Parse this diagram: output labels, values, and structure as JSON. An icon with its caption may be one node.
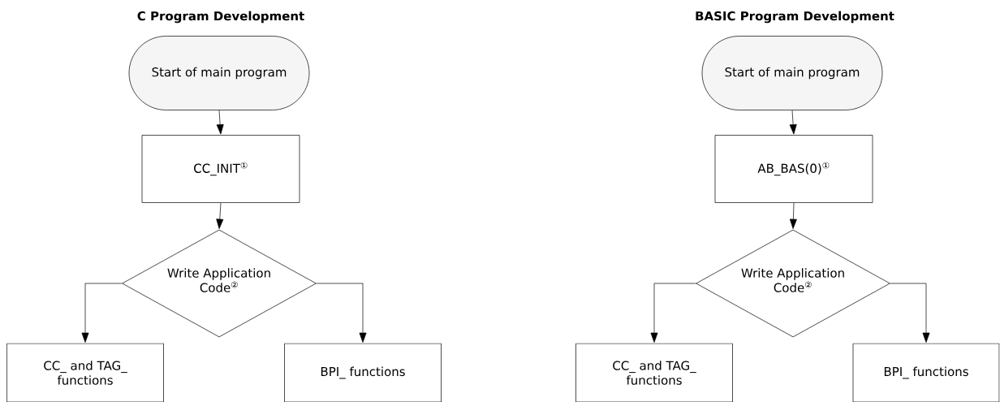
{
  "diagram": {
    "nodes": [
      {
        "text": [
          "Start of main program"
        ]
      },
      {
        "text": [
          "CC_INIT$^{①}$"
        ]
      },
      {
        "text": [
          "Write Application Code$^{②}$"
        ]
      },
      {
        "text": [
          "CC_ and TAG_ functions"
        ]
      },
      {
        "text": [
          "BPI_ functions"
        ]
      },
      {
        "text": [
          "Start of main program"
        ]
      },
      {
        "text": [
          "AB_BAS(0)$^{①}$"
        ]
      },
      {
        "text": [
          "Write Application Code$^{②}$"
        ]
      },
      {
        "text": [
          "CC_ and TAG_ functions"
        ]
      },
      {
        "text": [
          "BPI_ functions"
        ]
      }
    ],
    "edges": [
      {
        "from": 0,
        "to": 1,
        "arrow": "to"
      },
      {
        "from": 1,
        "to": 2,
        "arrow": "to"
      },
      {
        "from": 2,
        "to": 3,
        "arrow": "to"
      },
      {
        "from": 2,
        "to": 4,
        "arrow": "to"
      },
      {
        "from": 5,
        "to": 6,
        "arrow": "to"
      },
      {
        "from": 6,
        "to": 7,
        "arrow": "to"
      },
      {
        "from": 7,
        "to": 8,
        "arrow": "to"
      },
      {
        "from": 7,
        "to": 9,
        "arrow": "to"
      }
    ],
    "labels": [
      "C Program Development",
      "BASIC Program Development"
    ]
  }
}
